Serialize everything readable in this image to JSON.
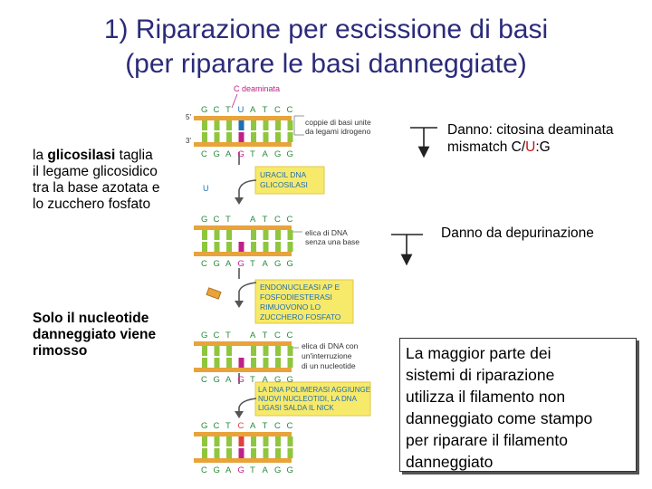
{
  "title": {
    "line1": "1) Riparazione per escissione di basi",
    "line2": "(per riparare le basi danneggiate)"
  },
  "left": {
    "p1_prefix": "la ",
    "p1_bold": "glicosilasi",
    "p1_rest": " taglia",
    "p1_l2": "il legame glicosidico",
    "p1_l3": "tra la base azotata e",
    "p1_l4": "lo zucchero fosfato",
    "p2_l1": "Solo il nucleotide",
    "p2_l2": "danneggiato viene",
    "p2_l3": "rimosso"
  },
  "right": {
    "damage1_l1": "Danno: citosina deaminata",
    "damage1_prefix": "mismatch C/",
    "damage1_u": "U",
    "damage1_suffix": ":G",
    "damage2": "Danno da depurinazione",
    "box": [
      "La maggior parte dei",
      "sistemi di riparazione",
      "utilizza il filamento non",
      "danneggiato come stampo",
      "per riparare il filamento",
      "danneggiato"
    ]
  },
  "figure": {
    "c_deaminata": "C deaminata",
    "prime5": "5'",
    "prime3": "3'",
    "annot1": [
      "coppie di basi unite",
      "da legami idrogeno"
    ],
    "u_label": "U",
    "enz1": [
      "URACIL DNA",
      "GLICOSILASI"
    ],
    "annot2": [
      "elica di DNA",
      "senza una base"
    ],
    "enz2": [
      "ENDONUCLEASI AP E",
      "FOSFODIESTERASI",
      "RIMUOVONO LO",
      "ZUCCHERO FOSFATO"
    ],
    "annot3": [
      "elica di DNA con",
      "un'interruzione",
      "di un nucleotide"
    ],
    "enz3": [
      "LA DNA POLIMERASI AGGIUNGE",
      "NUOVI NUCLEOTIDI, LA DNA",
      "LIGASI SALDA IL NICK"
    ],
    "top1": [
      "G",
      "C",
      "T",
      "U",
      "A",
      "T",
      "C",
      "C"
    ],
    "bot": [
      "C",
      "G",
      "A",
      "G",
      "T",
      "A",
      "G",
      "G"
    ],
    "top2": [
      "G",
      "C",
      "T",
      "",
      "A",
      "T",
      "C",
      "C"
    ],
    "top4": [
      "G",
      "C",
      "T",
      "C",
      "A",
      "T",
      "C",
      "C"
    ]
  },
  "colors": {
    "title": "#2b2b7a",
    "enzyme_fill": "#f7e96a",
    "helix_orange": "#e8a33a",
    "helix_green": "#8fc63f",
    "magenta_base": "#c0208a",
    "red": "#cc1010"
  }
}
